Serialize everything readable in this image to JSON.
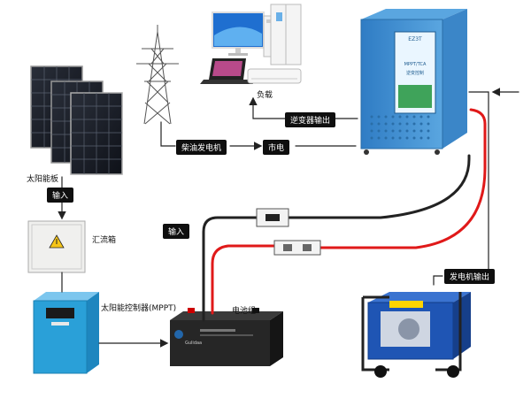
{
  "labels": {
    "solar_panel": "太阳能板",
    "input_top": "输入",
    "combiner_box": "汇流箱",
    "controller": "太阳能控制器(MPPT)",
    "battery": "电池组",
    "input_mid": "输入",
    "diesel": "柴油发电机",
    "grid": "市电",
    "load": "负载",
    "inverter_output": "逆变器输出",
    "generator_output": "发电机输出"
  },
  "inverter_screen": {
    "line1": "EZ3T",
    "line2": "MPPT/TCA",
    "line3": "逆变控制"
  },
  "battery_brand": "Gulidaa",
  "colors": {
    "black_wire": "#222222",
    "red_wire": "#e01919",
    "tag_bg": "#0f0f0f",
    "controller_blue": "#2aa0d8",
    "inverter_blue": "#3f8fd0",
    "generator_blue": "#1f55b4"
  }
}
